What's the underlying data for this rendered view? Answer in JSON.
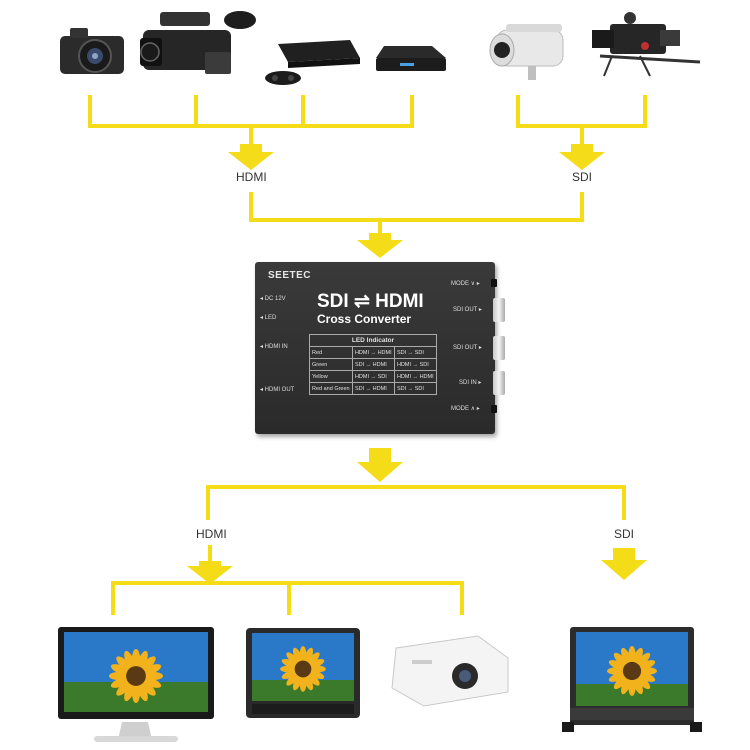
{
  "diagram": {
    "input_labels": {
      "hdmi": "HDMI",
      "sdi": "SDI"
    },
    "output_labels": {
      "hdmi": "HDMI",
      "sdi": "SDI"
    },
    "colors": {
      "arrow": "#F5DC18",
      "device_body": "#2f2f2f",
      "screen_sky": "#2a78c8",
      "sunflower_petal": "#f2b21c",
      "sunflower_center": "#5a3a14"
    },
    "input_devices": [
      {
        "name": "camera-icon"
      },
      {
        "name": "camcorder-icon"
      },
      {
        "name": "game-console-icon"
      },
      {
        "name": "media-player-icon"
      },
      {
        "name": "security-camera-icon"
      },
      {
        "name": "cinema-camera-icon"
      }
    ],
    "output_devices": [
      {
        "name": "monitor-icon"
      },
      {
        "name": "field-monitor-icon"
      },
      {
        "name": "projector-icon"
      },
      {
        "name": "broadcast-monitor-icon"
      }
    ]
  },
  "converter": {
    "brand": "SEETEC",
    "title_line1": "SDI ⇌ HDMI",
    "title_line2": "Cross Converter",
    "left_ports": [
      "◂ DC 12V",
      "◂ LED",
      "◂ HDMI IN",
      "◂ HDMI OUT"
    ],
    "right_ports": [
      "MODE ∨ ▸",
      "SDI OUT ▸",
      "SDI OUT ▸",
      "SDI IN ▸",
      "MODE ∧ ▸"
    ],
    "led_table": {
      "header": "LED Indicator",
      "rows": [
        [
          "Red",
          "HDMI → HDMI",
          "SDI → SDI"
        ],
        [
          "Green",
          "SDI → HDMI",
          "HDMI → SDI"
        ],
        [
          "Yellow",
          "HDMI → SDI",
          "HDMI → HDMI"
        ],
        [
          "Red and Green",
          "SDI → HDMI",
          "SDI → SDI"
        ]
      ]
    }
  }
}
